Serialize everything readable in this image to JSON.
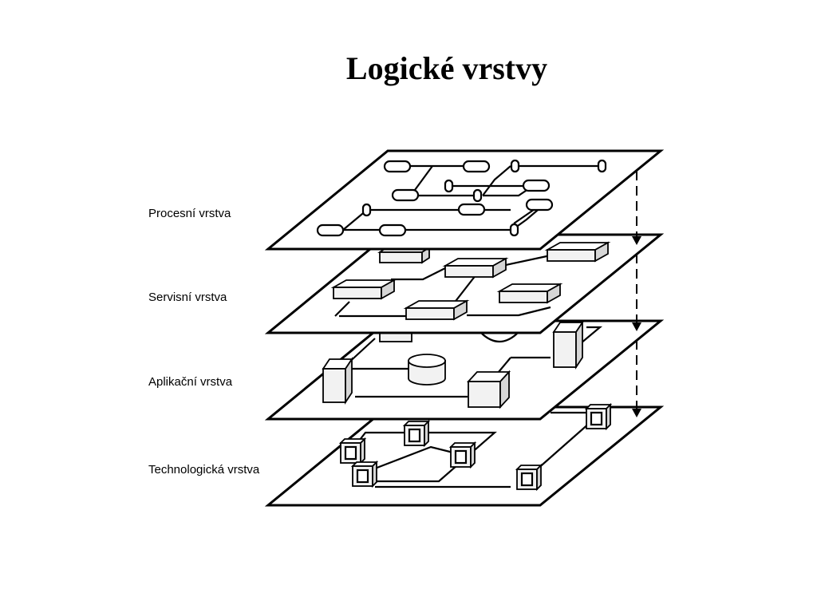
{
  "title": "Logické vrstvy",
  "layers": [
    {
      "label": "Procesní vrstva"
    },
    {
      "label": "Servisní vrstva"
    },
    {
      "label": "Aplikační vrstva"
    },
    {
      "label": "Technologická vrstva"
    }
  ]
}
